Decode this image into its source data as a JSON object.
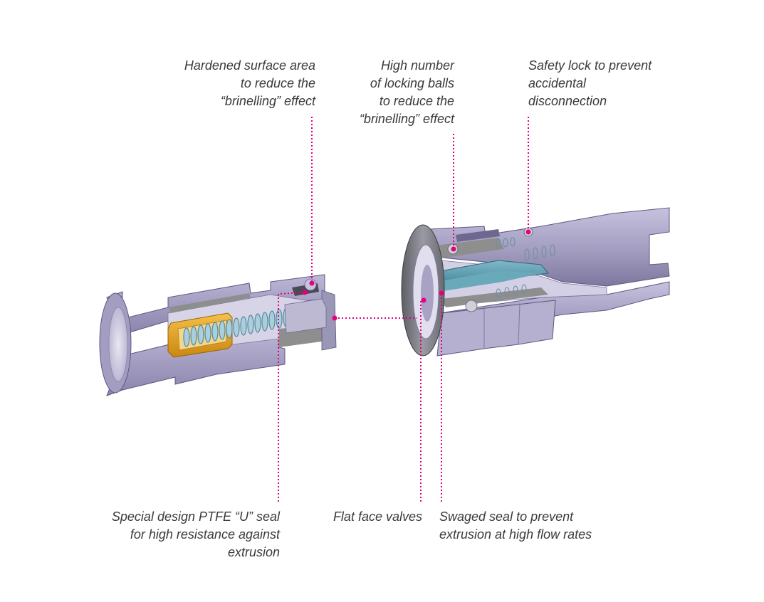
{
  "colors": {
    "leader": "#e5007e",
    "body": "#a6a0c3",
    "body_dark": "#6e6891",
    "body_light": "#cfcbe3",
    "cut_face": "#8e8e8e",
    "seal": "#e8a523",
    "spring": "#8cb6c7",
    "valve": "#4d93a6",
    "text": "#3a3a3a"
  },
  "callouts": {
    "hardened": {
      "lines": [
        "Hardened surface area",
        "to reduce the",
        "“brinelling” effect"
      ]
    },
    "locking_balls": {
      "lines": [
        "High number",
        "of locking balls",
        "to reduce the",
        "“brinelling” effect"
      ]
    },
    "safety_lock": {
      "lines": [
        "Safety lock to prevent",
        "accidental",
        "disconnection"
      ]
    },
    "ptfe_seal": {
      "lines": [
        "Special design PTFE “U” seal",
        "for high resistance against",
        "extrusion"
      ]
    },
    "flat_face": {
      "lines": [
        "Flat face valves"
      ]
    },
    "swaged_seal": {
      "lines": [
        "Swaged seal to prevent",
        "extrusion at high flow rates"
      ]
    }
  }
}
